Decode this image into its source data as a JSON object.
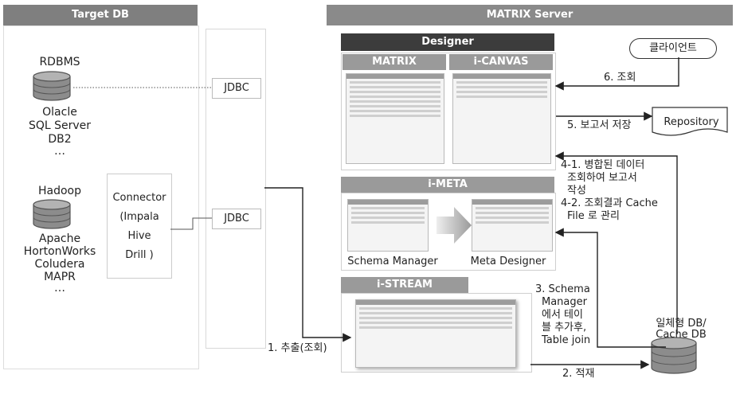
{
  "target_db": {
    "header": "Target DB",
    "rdbms": {
      "title": "RDBMS",
      "items": [
        "Olacle",
        "SQL Server",
        "DB2",
        "…"
      ]
    },
    "hadoop": {
      "title": "Hadoop",
      "items": [
        "Apache",
        "HortonWorks",
        "Coludera",
        "MAPR",
        "…"
      ]
    },
    "connector": [
      "Connector",
      "(Impala",
      "Hive",
      "Drill )"
    ]
  },
  "jdbc": {
    "top": "JDBC",
    "bottom": "JDBC"
  },
  "matrix_server": {
    "header": "MATRIX Server",
    "designer": {
      "title": "Designer",
      "matrix": "MATRIX",
      "icanvas": "i-CANVAS"
    },
    "imeta": {
      "title": "i-META",
      "schema_manager": "Schema Manager",
      "meta_designer": "Meta Designer"
    },
    "istream": {
      "title": "i-STREAM"
    }
  },
  "client": "클라이언트",
  "repository": "Repository",
  "cache_db": [
    "일체형 DB/",
    "Cache DB"
  ],
  "steps": {
    "s1": "1. 추출(조회)",
    "s2": "2. 적재",
    "s3": [
      "3. Schema",
      "Manager",
      "에서 테이",
      "블 추가후,",
      "Table join"
    ],
    "s41": [
      "4-1. 병합된 데이터",
      "조회하여 보고서",
      "작성"
    ],
    "s42": [
      "4-2. 조회결과 Cache",
      "File 로 관리"
    ],
    "s5": "5. 보고서 저장",
    "s6": "6. 조회"
  },
  "colors": {
    "header_gray": "#7f7f7f",
    "designer_dark": "#3c3c3c",
    "section_gray": "#9a9a9a",
    "cylinder": "#8c8c8c"
  }
}
